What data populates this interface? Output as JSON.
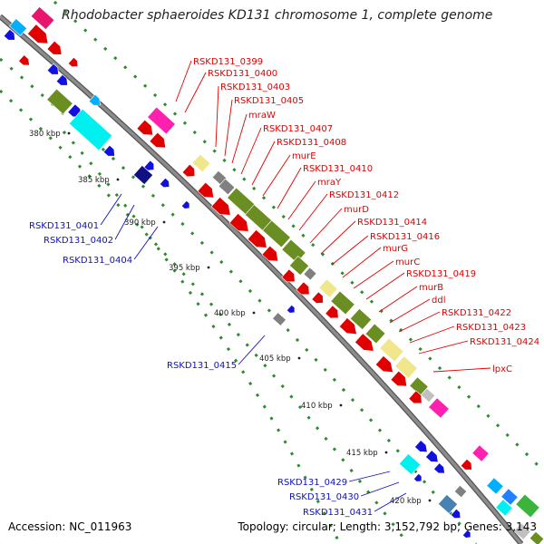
{
  "title": "Rhodobacter sphaeroides KD131 chromosome 1, complete genome",
  "footer": {
    "accession": "Accession: NC_011963",
    "summary": "Topology: circular; Length: 3,152,792 bp; Genes: 3,143"
  },
  "colors": {
    "backbone": "#8c8c8c",
    "dots": "#2e8b2e",
    "red_label": "#e00000",
    "blue_label": "#1010c0"
  },
  "scale": [
    "380 kbp",
    "385 kbp",
    "390 kbp",
    "395 kbp",
    "400 kbp",
    "405 kbp",
    "410 kbp",
    "415 kbp",
    "420 kbp"
  ],
  "red_labels": [
    "RSKD131_0399",
    "RSKD131_0400",
    "RSKD131_0403",
    "RSKD131_0405",
    "mraW",
    "RSKD131_0407",
    "RSKD131_0408",
    "murE",
    "RSKD131_0410",
    "mraY",
    "RSKD131_0412",
    "murD",
    "RSKD131_0414",
    "RSKD131_0416",
    "murG",
    "murC",
    "RSKD131_0419",
    "murB",
    "ddl",
    "RSKD131_0422",
    "RSKD131_0423",
    "RSKD131_0424",
    "lpxC"
  ],
  "blue_labels": [
    "RSKD131_0401",
    "RSKD131_0402",
    "RSKD131_0404",
    "RSKD131_0415",
    "RSKD131_0429",
    "RSKD131_0430",
    "RSKD131_0431"
  ]
}
